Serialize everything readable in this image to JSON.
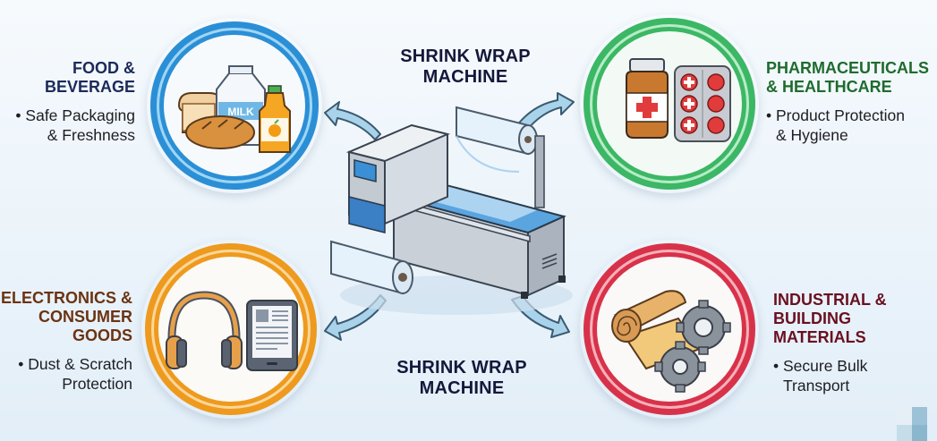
{
  "machine": {
    "title_top": [
      "SHRINK WRAP",
      "MACHINE"
    ],
    "title_bottom": [
      "SHRINK WRAP",
      "MACHINE"
    ],
    "icon": "shrink-wrap-machine-illustration"
  },
  "categories": [
    {
      "id": "food",
      "title": [
        "FOOD &",
        "BEVERAGE"
      ],
      "bullet": [
        "• Safe Packaging",
        "& Freshness"
      ],
      "color": "#1c2a5a",
      "ring_color": "#2b8fd6",
      "ring_light": "#9fd6f5",
      "icon": "bread-milk-juice-icon",
      "milk_label": "MILK"
    },
    {
      "id": "pharma",
      "title": [
        "PHARMACEUTICALS",
        "& HEALTHCARE"
      ],
      "bullet": [
        "• Product Protection",
        "& Hygiene"
      ],
      "color": "#1f6b2e",
      "ring_color": "#3cb765",
      "ring_light": "#b6ecc6",
      "icon": "medicine-bottle-pills-icon"
    },
    {
      "id": "electronics",
      "title": [
        "ELECTRONICS &",
        "CONSUMER",
        "GOODS"
      ],
      "bullet": [
        "• Dust & Scratch",
        "Protection"
      ],
      "color": "#6b3312",
      "ring_color": "#ee9a1e",
      "ring_light": "#fcd79a",
      "icon": "headphones-ereader-icon"
    },
    {
      "id": "industrial",
      "title": [
        "INDUSTRIAL &",
        "BUILDING",
        "MATERIALS"
      ],
      "bullet": [
        "• Secure Bulk",
        "Transport"
      ],
      "color": "#6a1020",
      "ring_color": "#d8324a",
      "ring_light": "#f7b1ba",
      "icon": "insulation-roll-gears-icon"
    }
  ],
  "arrows": {
    "color": "#a9d3ea",
    "stroke": "#3a5a70"
  }
}
